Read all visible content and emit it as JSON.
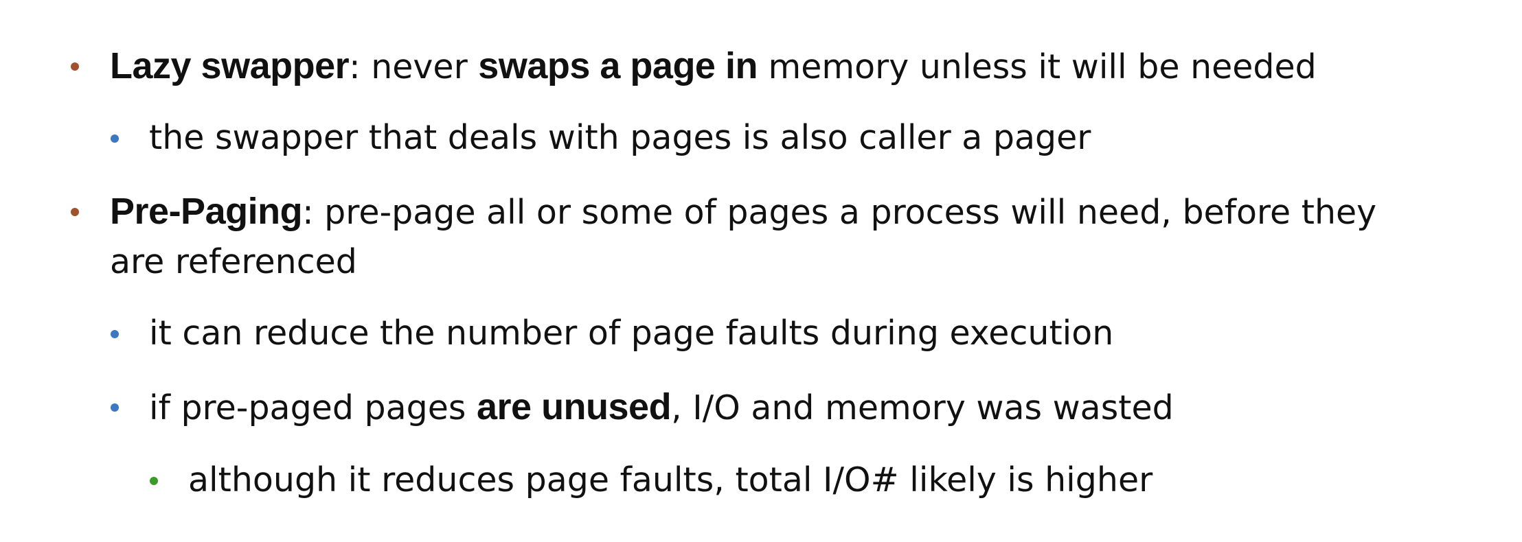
{
  "colors": {
    "level1_bullet": "#a0522d",
    "level2_bullet": "#3a78c2",
    "level3_bullet": "#3c9a2c",
    "text": "#111111"
  },
  "items": [
    {
      "level": 1,
      "segments": [
        {
          "text": "Lazy swapper",
          "bold": true
        },
        {
          "text": ": never ",
          "bold": false
        },
        {
          "text": "swaps a page in",
          "bold": true
        },
        {
          "text": " memory unless it will be needed",
          "bold": false
        }
      ]
    },
    {
      "level": 2,
      "segments": [
        {
          "text": "the swapper that deals with pages is also caller a pager",
          "bold": false
        }
      ]
    },
    {
      "level": 1,
      "segments": [
        {
          "text": "Pre-Paging",
          "bold": true
        },
        {
          "text": ": pre-page all or some of pages a process will need, before they are referenced",
          "bold": false
        }
      ]
    },
    {
      "level": 2,
      "segments": [
        {
          "text": "it can reduce the number of page faults during execution",
          "bold": false
        }
      ]
    },
    {
      "level": 2,
      "segments": [
        {
          "text": "if pre-paged pages ",
          "bold": false
        },
        {
          "text": "are unused",
          "bold": true
        },
        {
          "text": ", I/O and memory was wasted",
          "bold": false
        }
      ]
    },
    {
      "level": 3,
      "segments": [
        {
          "text": "although it reduces page faults, total I/O# likely is higher",
          "bold": false
        }
      ]
    }
  ]
}
